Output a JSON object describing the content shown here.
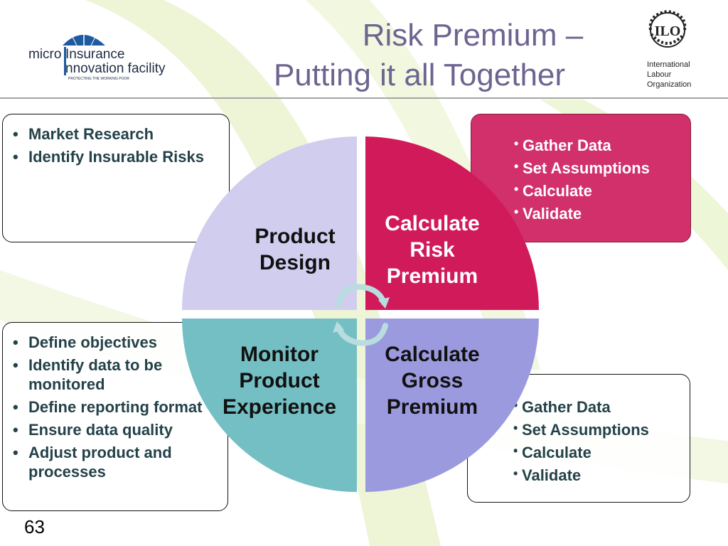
{
  "header": {
    "title_line1": "Risk Premium –",
    "title_line2": "Putting it all Together"
  },
  "logos": {
    "left_logo_micro": "micro",
    "left_logo_insurance": "Insurance",
    "left_logo_innovation": "nnovation facility",
    "left_logo_tagline": "PROTECTING THE WORKING POOR",
    "ilo_mark": "ILO",
    "ilo_line1": "International",
    "ilo_line2": "Labour",
    "ilo_line3": "Organization"
  },
  "boxes": {
    "top_left": [
      "Market Research",
      "Identify Insurable Risks"
    ],
    "top_right": [
      "Gather Data",
      "Set Assumptions",
      "Calculate",
      "Validate"
    ],
    "bottom_left": [
      "Define objectives",
      "Identify data to be monitored",
      "Define reporting format",
      "Ensure data quality",
      "Adjust product and processes"
    ],
    "bottom_right": [
      "Gather Data",
      "Set Assumptions",
      "Calculate",
      "Validate"
    ]
  },
  "wheel": {
    "product_design": [
      "Product",
      "Design"
    ],
    "calculate_risk_premium": [
      "Calculate",
      "Risk",
      "Premium"
    ],
    "monitor_product_experience": [
      "Monitor",
      "Product",
      "Experience"
    ],
    "calculate_gross_premium": [
      "Calculate",
      "Gross",
      "Premium"
    ]
  },
  "colors": {
    "product_design": "#d0cdef",
    "calculate_risk_premium": "#d01a5a",
    "monitor_product_experience": "#74bfc4",
    "calculate_gross_premium": "#9c9ade",
    "title": "#6e6490",
    "bullet_text": "#24424a"
  },
  "footer": {
    "page_number": "63"
  }
}
